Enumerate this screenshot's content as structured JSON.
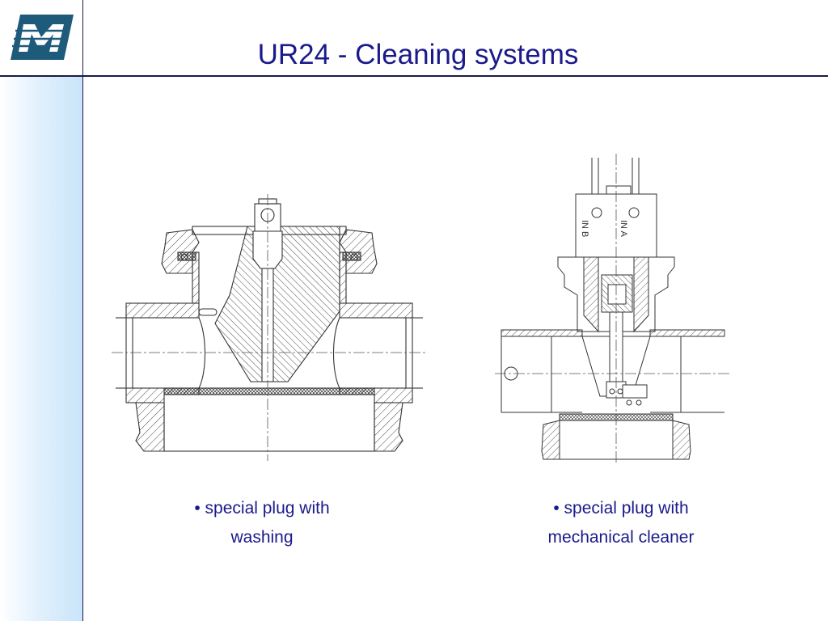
{
  "slide": {
    "title": "UR24 - Cleaning systems"
  },
  "figures": [
    {
      "caption_line1": "• special plug with",
      "caption_line2": "washing"
    },
    {
      "caption_line1": "• special plug with",
      "caption_line2": "mechanical cleaner",
      "labels": [
        "IN B",
        "IN A"
      ]
    }
  ],
  "colors": {
    "title": "#1a1a8c",
    "rules": "#1a1a4a",
    "logo": "#1e5b7a",
    "sidebar_gradient": "#c9e4f9"
  },
  "icons": [
    "company-logo-icon"
  ]
}
